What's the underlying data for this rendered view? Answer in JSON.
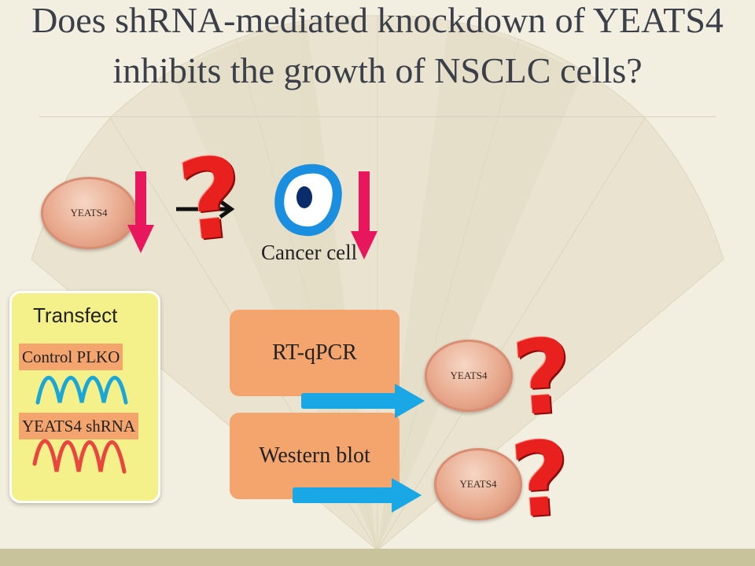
{
  "slide": {
    "title": "Does shRNA-mediated knockdown of YEATS4 inhibits the growth of NSCLC cells?"
  },
  "hypothesis": {
    "gene_label": "YEATS4",
    "question_mark": "?",
    "cell_label": "Cancer cell"
  },
  "transfect": {
    "title": "Transfect",
    "control_label": "Control PLKO",
    "shrna_label": "YEATS4 shRNA"
  },
  "methods": {
    "rtqpcr_label": "RT-qPCR",
    "western_label": "Western blot",
    "rtqpcr_target": "YEATS4",
    "western_target": "YEATS4",
    "question_mark": "?"
  },
  "colors": {
    "down_arrow": "#e8175d",
    "blue_arrow": "#1aa7e6",
    "cell_outline": "#1a8fe0",
    "nucleus": "#0b2c6b",
    "question": "#e8201e",
    "control_wave": "#1aa7d8",
    "shrna_wave": "#e8463e"
  }
}
